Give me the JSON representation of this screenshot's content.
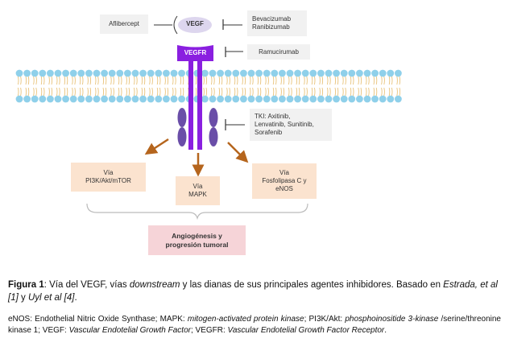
{
  "diagram": {
    "ligand_label": "VEGF",
    "receptor_label": "VEGFR",
    "inhibitors": {
      "aflibercept": "Aflibercept",
      "antibodies": [
        "Bevacizumab",
        "Ranibizumab"
      ],
      "ramucirumab": "Ramucirumab",
      "tki": [
        "TKI: Axitinib,",
        "Lenvatinib, Sunitinib,",
        "Sorafenib"
      ]
    },
    "pathways": [
      {
        "lines": [
          "Vía",
          "PI3K/Akt/mTOR"
        ]
      },
      {
        "lines": [
          "Vía",
          "MAPK"
        ]
      },
      {
        "lines": [
          "Vía",
          "Fosfolipasa C y",
          "eNOS"
        ]
      }
    ],
    "outcome": [
      "Angiogénesis y",
      "progresión tumoral"
    ],
    "colors": {
      "receptor": "#8a1fe0",
      "ligand": "#ddd6ee",
      "kinase_domain": "#6a4ea8",
      "arrow": "#b5651d",
      "membrane_head": "#8fd0ea",
      "membrane_tail": "#e8c27a"
    }
  },
  "caption": {
    "label": "Figura 1",
    "text_1": ": Vía del VEGF, vías ",
    "italic_1": "downstream",
    "text_2": " y las dianas de sus principales agentes inhibidores. Basado en ",
    "italic_2": "Estrada, et al [1]",
    "text_3": " y ",
    "italic_3": "Uyl et al [4]",
    "text_4": "."
  },
  "abbreviations": {
    "p1": "eNOS: Endothelial Nitric Oxide Synthase; MAPK: ",
    "i1": "mitogen-activated protein kinase",
    "p2": "; PI3K/Akt: ",
    "i2": "phosphoinositide 3-kinase",
    "p3": " /serine/threonine kinase 1; VEGF: ",
    "i3": "Vascular Endotelial Growth Factor",
    "p4": "; VEGFR: ",
    "i4": "Vascular Endotelial Growth Factor Receptor",
    "p5": "."
  }
}
